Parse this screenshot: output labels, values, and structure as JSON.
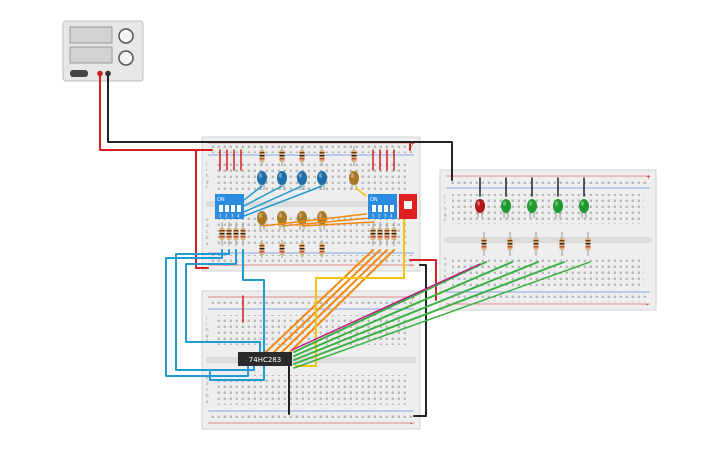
{
  "chip": {
    "label": "74HC283"
  },
  "dip_switch": {
    "on_label": "ON",
    "positions": [
      "1",
      "2",
      "3",
      "4"
    ]
  },
  "breadboard": {
    "row_letters_top": [
      "j",
      "i",
      "h",
      "g",
      "f"
    ],
    "row_letters_bottom": [
      "e",
      "d",
      "c",
      "b",
      "a"
    ],
    "rail_plus": "+",
    "rail_minus": "-"
  },
  "colors": {
    "wire_black": "#222222",
    "wire_red": "#d32020",
    "wire_blue": "#1f9bd1",
    "wire_orange": "#f08a12",
    "wire_yellow": "#f2c40e",
    "wire_green": "#3cb043",
    "wire_magenta": "#c2188b",
    "led_blue": "#1e6fa8",
    "led_brown": "#a77a26",
    "led_red": "#b01818",
    "led_green": "#1f9a2e",
    "dip_blue": "#2a8be0",
    "board": "#eeeeee"
  }
}
